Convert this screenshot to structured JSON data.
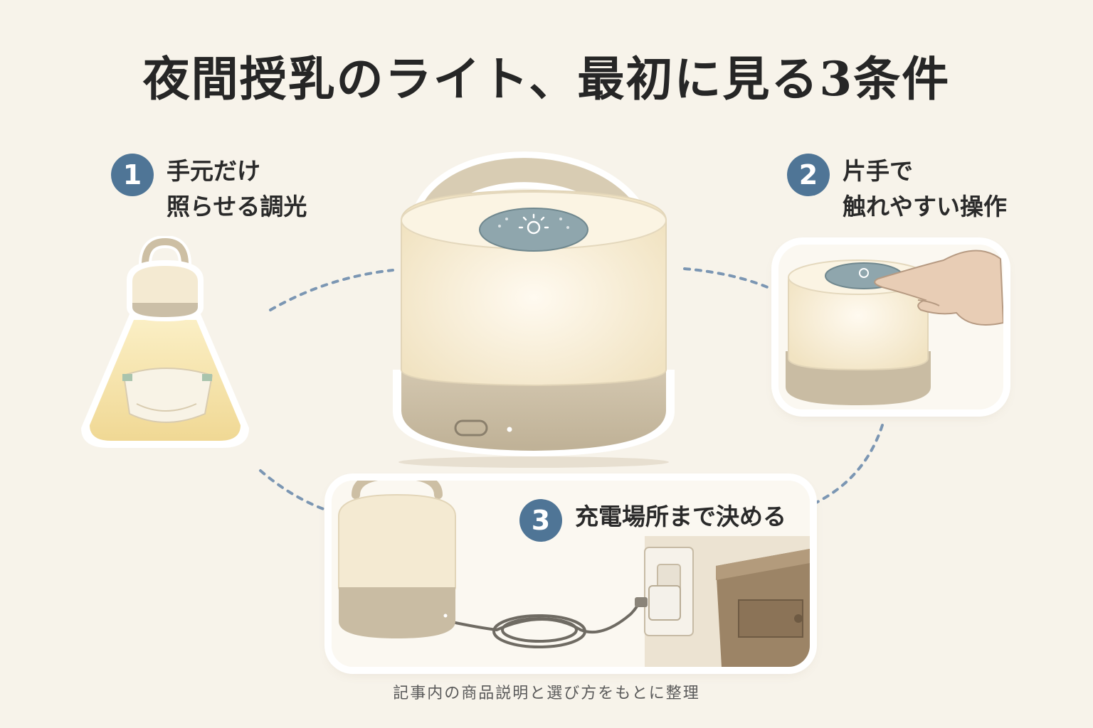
{
  "title": "夜間授乳のライト、最初に見る3条件",
  "points": [
    {
      "number": "1",
      "lines": [
        "手元だけ",
        "照らせる調光"
      ]
    },
    {
      "number": "2",
      "lines": [
        "片手で",
        "触れやすい操作"
      ]
    },
    {
      "number": "3",
      "lines": [
        "充電場所まで決める"
      ]
    }
  ],
  "footer": "記事内の商品説明と選び方をもとに整理",
  "colors": {
    "background": "#f7f3ea",
    "badge": "#4f7596",
    "lamp_shade": "#f6ecd3",
    "lamp_base": "#cbbfa7",
    "dashed_path": "#7b96b3",
    "light_glow": "#f6e3a8"
  },
  "icons": [
    "sun-icon",
    "usb-c-port-icon",
    "diaper-icon",
    "hand-icon",
    "wall-outlet-icon",
    "usb-cable-icon"
  ]
}
